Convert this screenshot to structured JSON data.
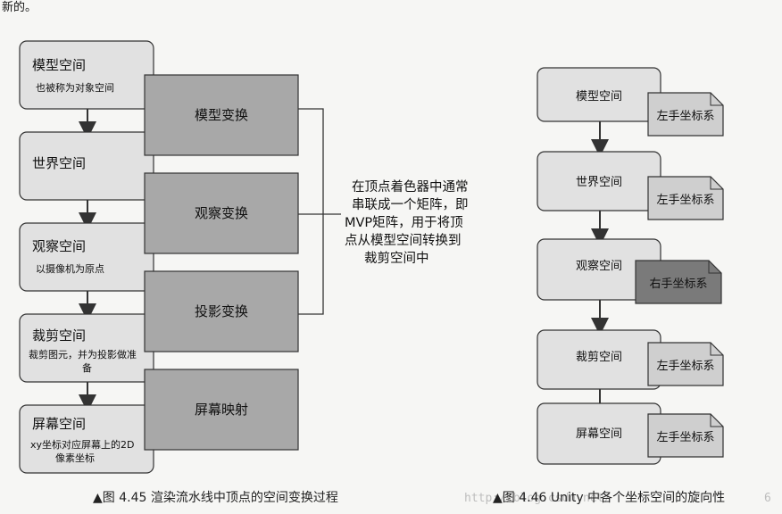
{
  "top_fragment": "新的。",
  "left_diagram": {
    "spaces": [
      {
        "title": "模型空间",
        "subtitle": "也被称为对象空间"
      },
      {
        "title": "世界空间",
        "subtitle": ""
      },
      {
        "title": "观察空间",
        "subtitle": "以摄像机为原点"
      },
      {
        "title": "裁剪空间",
        "subtitle_lines": [
          "裁剪图元，并为投影做准",
          "备"
        ]
      },
      {
        "title": "屏幕空间",
        "subtitle_lines": [
          "xy坐标对应屏幕上的2D",
          "像素坐标"
        ]
      }
    ],
    "transforms": [
      "模型变换",
      "观察变换",
      "投影变换",
      "屏幕映射"
    ],
    "note_lines": [
      "在顶点着色器中通常",
      "串联成一个矩阵，即",
      "MVP矩阵，用于将顶",
      "点从模型空间转换到",
      "裁剪空间中"
    ]
  },
  "right_diagram": {
    "spaces": [
      "模型空间",
      "世界空间",
      "观察空间",
      "裁剪空间",
      "屏幕空间"
    ],
    "handedness": [
      "左手坐标系",
      "左手坐标系",
      "右手坐标系",
      "左手坐标系",
      "左手坐标系"
    ]
  },
  "captions": {
    "left": "▲图 4.45   渲染流水线中顶点的空间变换过程",
    "right_url": "http://blog.csdn.net/",
    "right": "▲图 4.46  Unity 中各个坐标空间的旋向性",
    "right_tail": "6"
  },
  "colors": {
    "space_box": "#e1e1e1",
    "transform_box": "#a8a8a8",
    "note_box_light": "#cfcfcf",
    "note_box_dark": "#7a7a7a",
    "stroke": "#333333"
  }
}
